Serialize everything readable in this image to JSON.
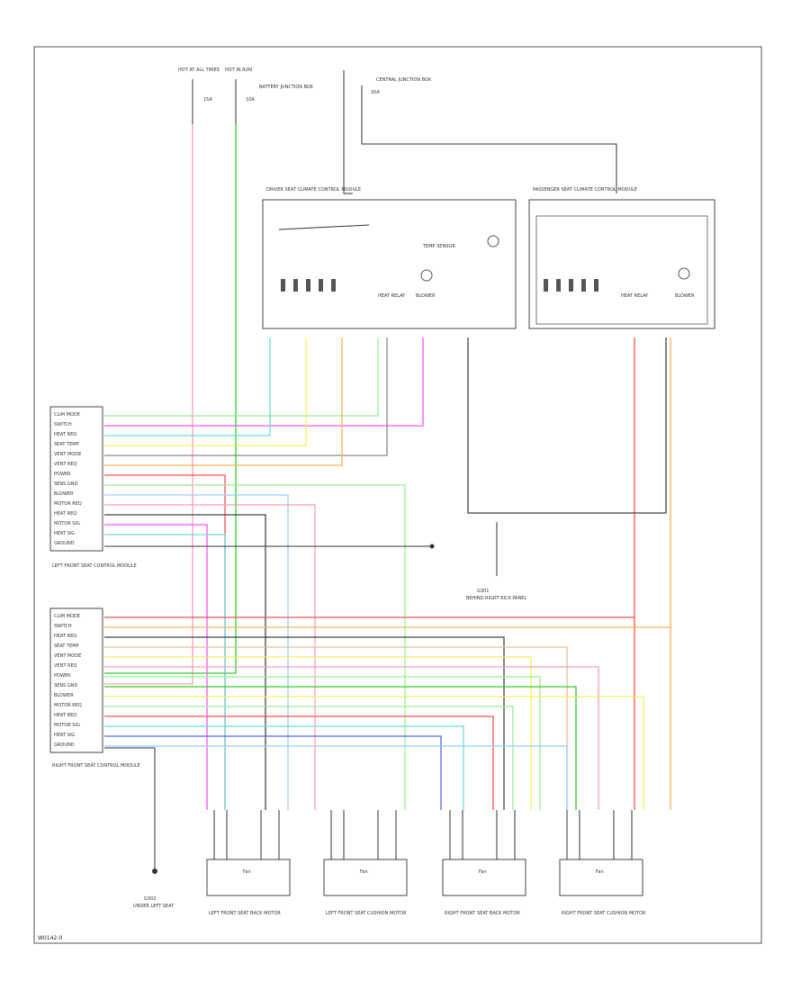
{
  "diagram": {
    "footer_code": "W0142-0",
    "colors": {
      "red": "#ff5050",
      "pink": "#ff9fb5",
      "green": "#33cc33",
      "lightgreen": "#99ee99",
      "yellow": "#f0f060",
      "orange": "#ffb050",
      "blue": "#5566ff",
      "lightblue": "#99ccff",
      "magenta": "#ff55ff",
      "cyan": "#66dddd",
      "gray": "#888888",
      "dkgray": "#444444",
      "tan": "#e0c090",
      "purple": "#bb66ff",
      "teal": "#33aaaa"
    },
    "top_labels": {
      "fuse_a": "HOT AT ALL TIMES",
      "fuse_b": "HOT IN RUN",
      "fuse_block_note": "BATTERY JUNCTION BOX",
      "relay_note": "CENTRAL JUNCTION BOX",
      "fuse_rating_a": "15A",
      "fuse_rating_b": "10A",
      "fuse_rating_c": "20A"
    },
    "modules": {
      "left": {
        "title": "DRIVER SEAT CLIMATE CONTROL MODULE",
        "component": "TEMP SENSOR",
        "relay": "HEAT RELAY",
        "motor": "BLOWER"
      },
      "right": {
        "title": "PASSENGER SEAT CLIMATE CONTROL MODULE",
        "relay": "HEAT RELAY",
        "motor": "BLOWER"
      }
    },
    "connectors": {
      "upper": {
        "title": "LEFT FRONT SEAT CONTROL MODULE",
        "pins": [
          "CLIM MODE",
          "SWITCH",
          "HEAT REQ",
          "SEAT TEMP",
          "VENT MODE",
          "VENT REQ",
          "POWER",
          "SENS GND",
          "BLOWER",
          "MOTOR REQ",
          "HEAT REQ",
          "MOTOR SIG",
          "HEAT SIG",
          "GROUND"
        ]
      },
      "lower": {
        "title": "RIGHT FRONT SEAT CONTROL MODULE",
        "pins": [
          "CLIM MODE",
          "SWITCH",
          "HEAT REQ",
          "SEAT TEMP",
          "VENT MODE",
          "VENT REQ",
          "POWER",
          "SENS GND",
          "BLOWER",
          "MOTOR REQ",
          "HEAT REQ",
          "MOTOR SIG",
          "HEAT SIG",
          "GROUND"
        ]
      }
    },
    "grounds": {
      "upper": "G301",
      "upper_note": "BEHIND RIGHT KICK PANEL",
      "lower": "G302",
      "lower_note": "UNDER LEFT SEAT"
    },
    "bottom_components": [
      {
        "label": "Fan",
        "caption": "LEFT FRONT SEAT BACK MOTOR"
      },
      {
        "label": "Fan",
        "caption": "LEFT FRONT SEAT CUSHION MOTOR"
      },
      {
        "label": "Fan",
        "caption": "RIGHT FRONT SEAT BACK MOTOR"
      },
      {
        "label": "Fan",
        "caption": "RIGHT FRONT SEAT CUSHION MOTOR"
      }
    ]
  }
}
